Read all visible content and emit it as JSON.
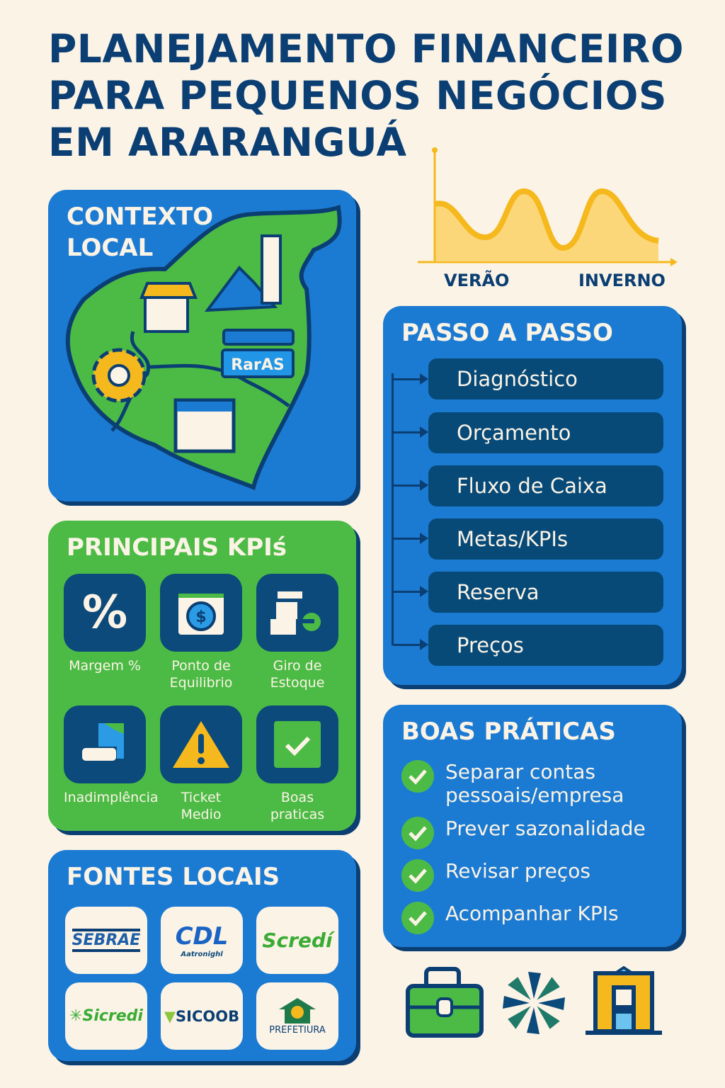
{
  "title": {
    "line1": "PLANEJAMENTO FINANCEIRO",
    "line2": "PARA PEQUENOS NEGÓCIOS",
    "line3": "EM ARARANGUÁ"
  },
  "seasonal_chart": {
    "x_labels": [
      "VERÃO",
      "INVERNO"
    ]
  },
  "context": {
    "title_line1": "CONTEXTO",
    "title_line2": "LOCAL",
    "sign_text": "RarAS"
  },
  "kpis": {
    "title": "PRINCIPAIS KPIś",
    "items": [
      {
        "label": "Margem %",
        "icon": "percent-icon"
      },
      {
        "label": "Ponto de Equilibrio",
        "icon": "calendar-dollar-icon"
      },
      {
        "label": "Giro de Estoque",
        "icon": "boxes-icon"
      },
      {
        "label": "Inadimplência",
        "icon": "hand-chart-icon"
      },
      {
        "label": "Ticket Medio",
        "icon": "warning-icon"
      },
      {
        "label": "Boas praticas",
        "icon": "checkbox-icon"
      }
    ]
  },
  "sources": {
    "title": "FONTES LOCAIS",
    "logos": [
      "SEBRAE",
      "CDL",
      "Aatronighl",
      "Scredí",
      "Sicredi",
      "SICOOB",
      "PREFETIURA"
    ]
  },
  "steps": {
    "title": "PASSO A PASSO",
    "items": [
      "Diagnóstico",
      "Orçamento",
      "Fluxo de Caixa",
      "Metas/KPIs",
      "Reserva",
      "Preços"
    ]
  },
  "practices": {
    "title": "BOAS PRÁTICAS",
    "items": [
      "Separar contas pessoais/empresa",
      "Prever sazonalidade",
      "Revisar preços",
      "Acompanhar KPIs"
    ]
  },
  "colors": {
    "navy": "#0b3f73",
    "blue": "#1b7bd3",
    "green": "#4cbb45",
    "yellow": "#f5b91e",
    "cream": "#fbf3e6"
  }
}
